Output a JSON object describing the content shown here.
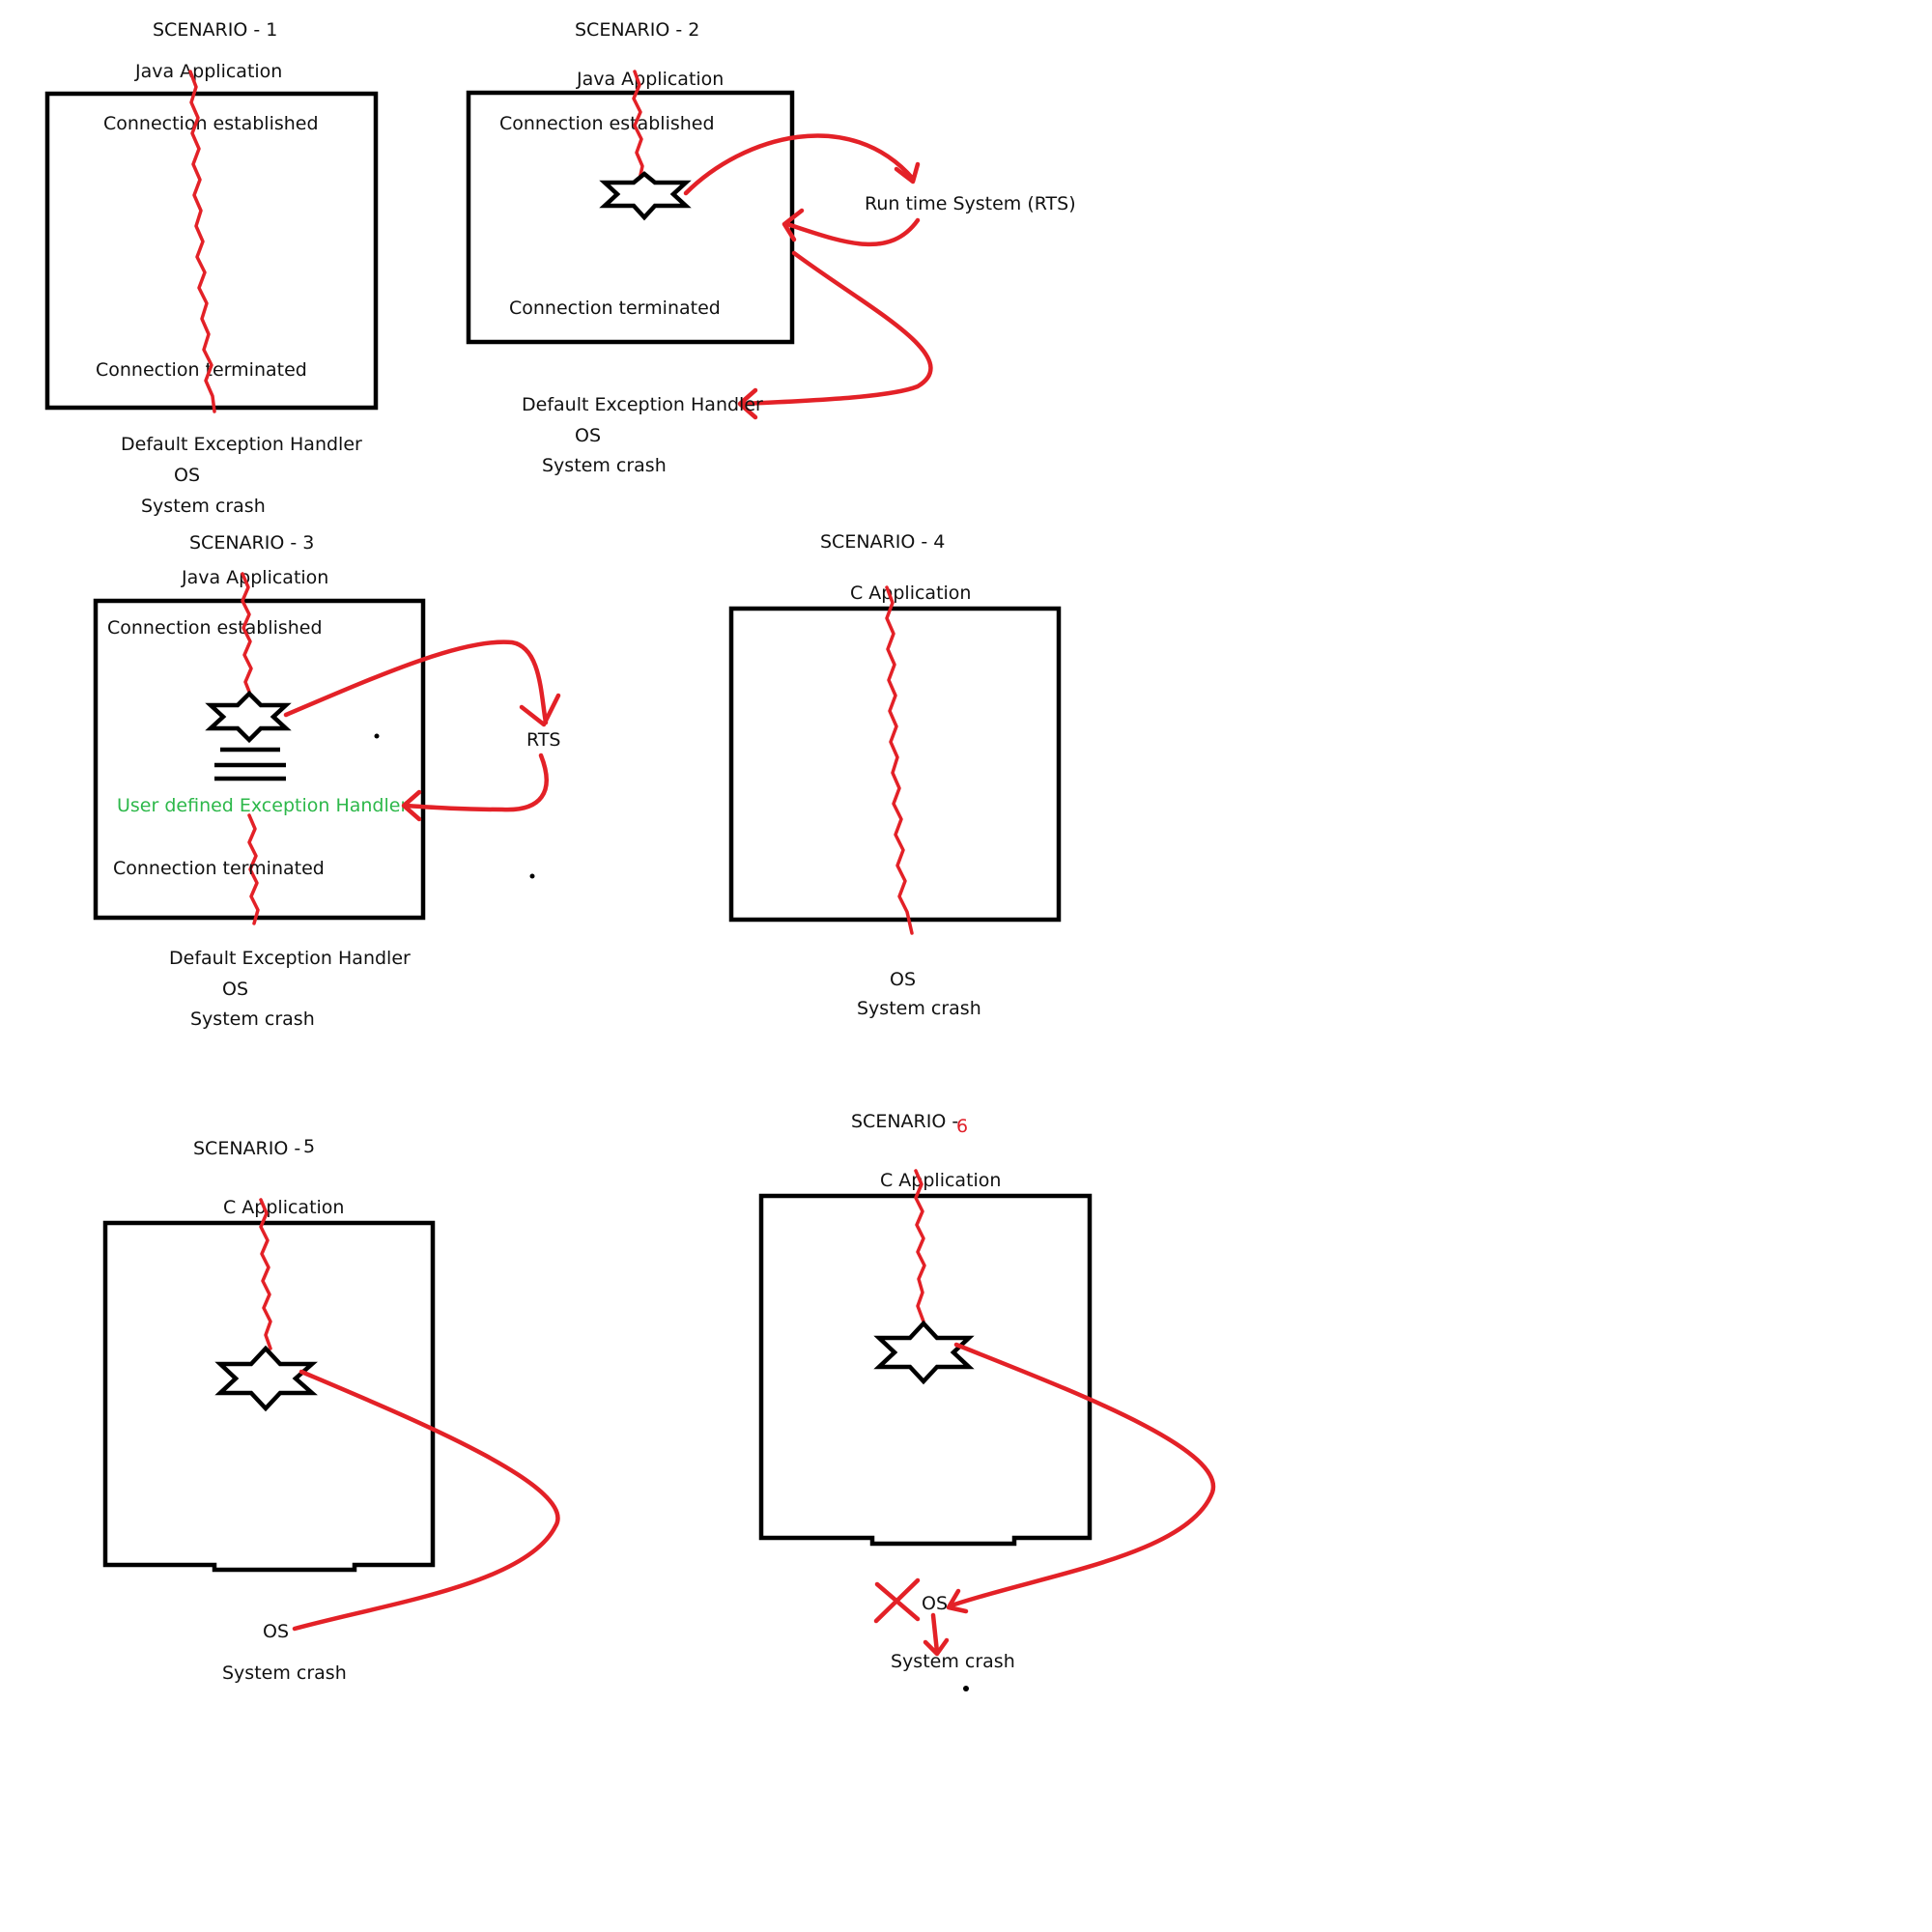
{
  "colors": {
    "flow": "#e32127",
    "handler_label": "#2db84a",
    "box": "#000000"
  },
  "scenario1": {
    "title": "SCENARIO - 1",
    "app": "Java Application",
    "top": "Connection established",
    "bottom": "Connection terminated",
    "below": [
      "Default Exception Handler",
      "OS",
      "System crash"
    ]
  },
  "scenario2": {
    "title": "SCENARIO - 2",
    "app": "Java Application",
    "top": "Connection established",
    "bottom": "Connection terminated",
    "rts": "Run time System (RTS)",
    "below": [
      "Default Exception Handler",
      "OS",
      "System crash"
    ],
    "icon": "star-icon"
  },
  "scenario3": {
    "title": "SCENARIO - 3",
    "app": "Java Application",
    "top": "Connection established",
    "handler": "User defined Exception Handler",
    "bottom": "Connection terminated",
    "rts": "RTS",
    "below": [
      "Default Exception Handler",
      "OS",
      "System crash"
    ],
    "icon": "star-icon"
  },
  "scenario4": {
    "title": "SCENARIO - 4",
    "app": "C Application",
    "below": [
      "OS",
      "System crash"
    ]
  },
  "scenario5": {
    "title": "SCENARIO -",
    "number": "5",
    "app": "C Application",
    "below": [
      "OS",
      "System crash"
    ],
    "icon": "star-icon"
  },
  "scenario6": {
    "title": "SCENARIO -",
    "number": "6",
    "app": "C Application",
    "below": [
      "OS",
      "System crash"
    ],
    "icon": "star-icon",
    "mark": "cross-icon"
  }
}
